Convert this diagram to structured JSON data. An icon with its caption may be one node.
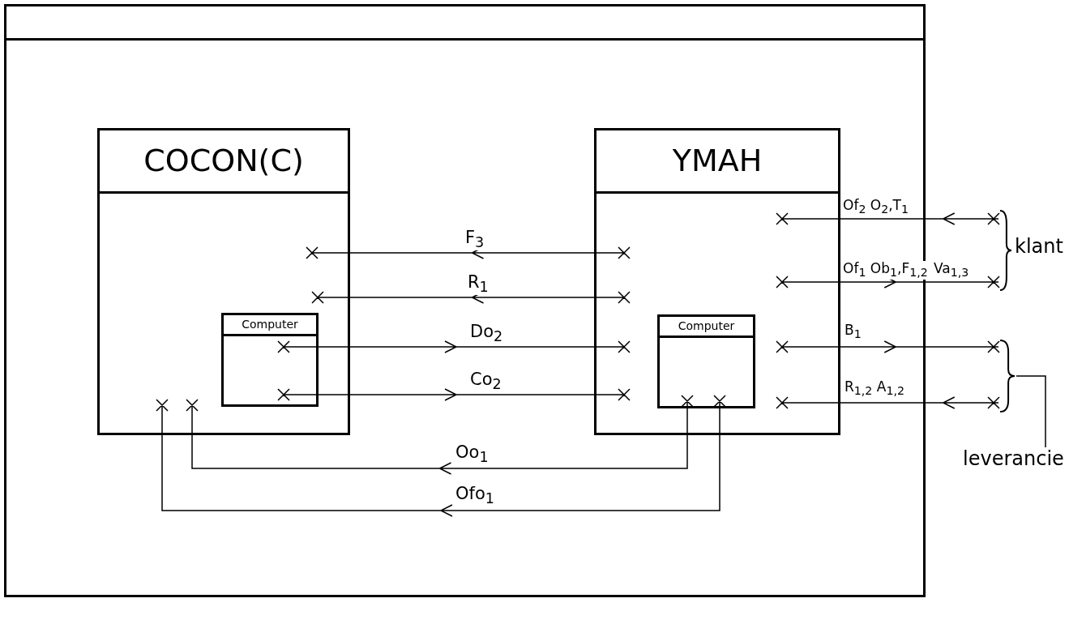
{
  "diagram": {
    "nodes": [
      {
        "text": [],
        "shape": "box"
      },
      {
        "text": [
          "COCON(C)"
        ],
        "in": 0
      },
      {
        "text": [
          "Computer"
        ],
        "in": 1
      },
      {
        "text": [
          "YMAH"
        ],
        "in": 0
      },
      {
        "text": [
          "Computer"
        ],
        "in": 3
      },
      {
        "text": [
          "klant"
        ]
      },
      {
        "text": [],
        "shape": "brace"
      },
      {
        "text": [
          "leverancie"
        ]
      }
    ],
    "edges": [
      {
        "from": 3,
        "to": 1,
        "arrow": "to",
        "label": "F$_{3}$"
      },
      {
        "from": 3,
        "to": 1,
        "arrow": "to",
        "label": "R$_{1}$"
      },
      {
        "from": 2,
        "to": 3,
        "arrow": "to",
        "label": "Do$_{2}$"
      },
      {
        "from": 2,
        "to": 3,
        "arrow": "to",
        "label": "Co$_{2}$"
      },
      {
        "from": 4,
        "to": 1,
        "arrow": "to",
        "label": "Oo$_{1}$"
      },
      {
        "from": 4,
        "to": 1,
        "arrow": "to",
        "label": "Ofo$_{1}$"
      },
      {
        "from": 5,
        "to": 3,
        "arrow": "to",
        "label": "Of$_{2}$ O$_{2}$,T$_{1}$"
      },
      {
        "from": 3,
        "to": 5,
        "arrow": "to",
        "label": "Of$_{1}$ Ob$_{1}$,F$_{1,2}$"
      },
      {
        "from": 3,
        "to": 6,
        "arrow": "to",
        "label": "B$_{1}$"
      },
      {
        "from": 6,
        "to": 3,
        "arrow": "to",
        "label": "R$_{1,2}$ A$_{1,2}$"
      },
      {
        "from": 6,
        "to": 7,
        "arrow": "none"
      }
    ],
    "labels": [
      "Va$_{1,3}$"
    ]
  }
}
